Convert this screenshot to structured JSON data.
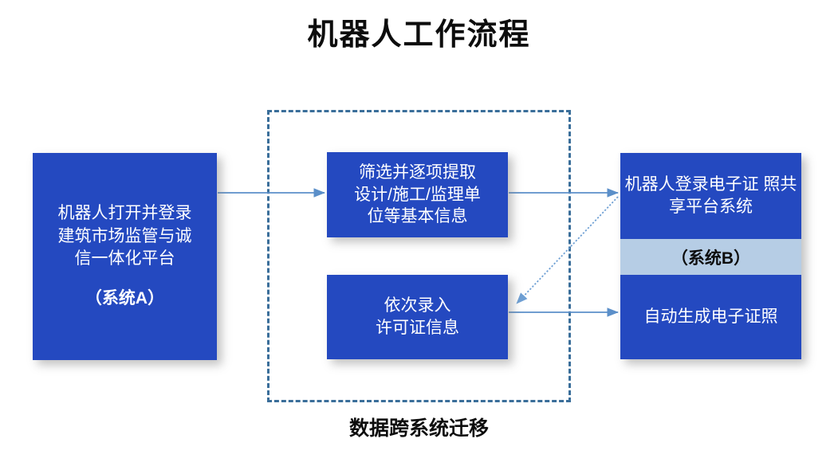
{
  "title": "机器人工作流程",
  "colors": {
    "box_blue": "#2449c0",
    "band_light_blue": "#b6cde5",
    "arrow_blue": "#5b8fc9",
    "dashed_border": "#3a6e9a",
    "text_dark": "#0d0d0d",
    "text_light": "#ffffff",
    "background": "#ffffff"
  },
  "boxes": {
    "left": {
      "lines": [
        "机器人打开并登录",
        "建筑市场监管与诚",
        "信一体化平台"
      ],
      "system_tag": "（系统A）"
    },
    "mid_top": {
      "lines": [
        "筛选并逐项提取",
        "设计/施工/监理单",
        "位等基本信息"
      ]
    },
    "mid_bottom": {
      "lines": [
        "依次录入",
        "许可证信息"
      ]
    },
    "right_stack": {
      "top": {
        "lines": [
          "机器人登录电子证",
          "照共享平台系统"
        ]
      },
      "band": {
        "label": "（系统B）"
      },
      "bottom": {
        "lines": [
          "自动生成电子证照"
        ]
      }
    }
  },
  "dashed_region": {
    "caption": "数据跨系统迁移"
  },
  "arrows": [
    {
      "name": "arrow-left-to-midtop",
      "style": "solid",
      "from": "机器人打开并登录建筑市场监管与诚信一体化平台",
      "to": "筛选并逐项提取设计/施工/监理单位等基本信息"
    },
    {
      "name": "arrow-midtop-to-righttop",
      "style": "solid",
      "from": "筛选并逐项提取设计/施工/监理单位等基本信息",
      "to": "机器人登录电子证照共享平台系统"
    },
    {
      "name": "arrow-righttop-to-midbottom",
      "style": "dotted",
      "from": "机器人登录电子证照共享平台系统",
      "to": "依次录入许可证信息"
    },
    {
      "name": "arrow-midbottom-to-rightbottom",
      "style": "solid",
      "from": "依次录入许可证信息",
      "to": "自动生成电子证照"
    }
  ]
}
